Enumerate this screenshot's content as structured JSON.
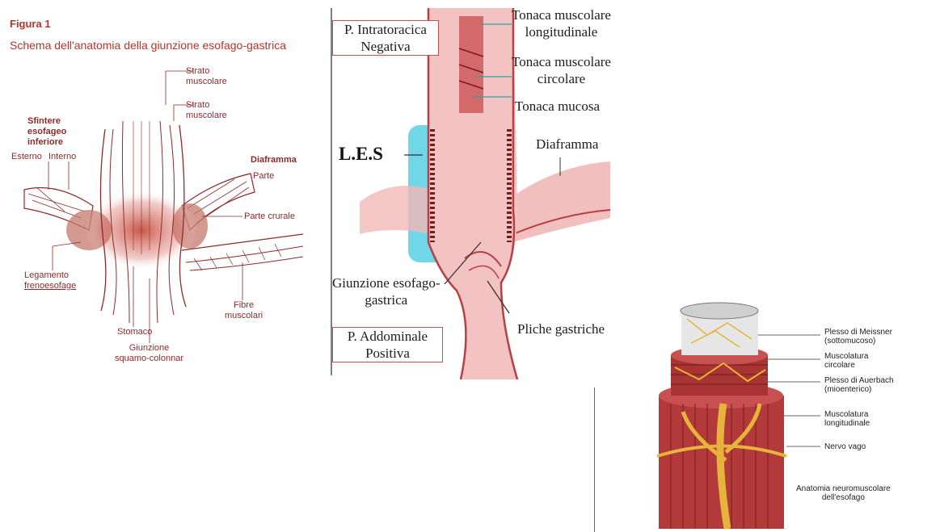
{
  "figure1": {
    "title": "Figura 1",
    "subtitle": "Schema dell'anatomia della giunzione esofago-gastrica",
    "labels": {
      "sfintere": [
        "Sfintere",
        "esofageo",
        "inferiore"
      ],
      "esterno": "Esterno",
      "interno": "Interno",
      "strato1": [
        "Strato",
        "muscolare"
      ],
      "strato2": [
        "Strato",
        "muscolare"
      ],
      "diaframma": "Diaframma",
      "parte": "Parte",
      "parte_crurale": "Parte crurale",
      "legamento": [
        "Legamento",
        "frenoesofage"
      ],
      "stomaco": "Stomaco",
      "giunzione": [
        "Giunzione",
        "squamo-colonnar"
      ],
      "fibre": [
        "Fibre",
        "muscolari"
      ]
    }
  },
  "figure2": {
    "box_top": [
      "P. Intratoracica",
      "Negativa"
    ],
    "box_bottom": [
      "P. Addominale",
      "Positiva"
    ],
    "les": "L.E.S",
    "tonaca_long": [
      "Tonaca muscolare",
      "longitudinale"
    ],
    "tonaca_circ": [
      "Tonaca muscolare",
      "circolare"
    ],
    "tonaca_mucosa": "Tonaca mucosa",
    "diaframma": "Diaframma",
    "giunzione": [
      "Giunzione esofago-",
      "gastrica"
    ],
    "pliche": "Pliche gastriche"
  },
  "figure3": {
    "meissner": [
      "Plesso di Meissner",
      "(sottomucoso)"
    ],
    "musc_circ": [
      "Muscolatura",
      "circolare"
    ],
    "auerbach": [
      "Plesso di Auerbach",
      "(mioenterico)"
    ],
    "musc_long": [
      "Muscolatura",
      "longitudinale"
    ],
    "vago": "Nervo vago",
    "caption": [
      "Anatomia neuromuscolare",
      "dell'esofago"
    ]
  },
  "colors": {
    "title_red": "#b3352b",
    "muscle": "#b84040",
    "nerve": "#e6b43a",
    "les_box": "#5fd3e6"
  }
}
